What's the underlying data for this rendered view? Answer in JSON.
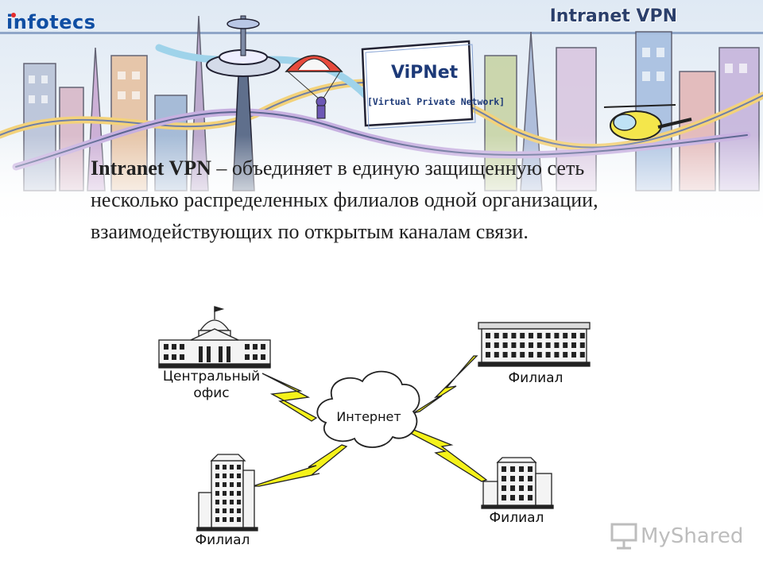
{
  "header": {
    "logo_text": "infotecs",
    "title": "Intranet VPN"
  },
  "banner": {
    "sign_line1": "ViPNet",
    "sign_line2": "[Virtual Private Network]"
  },
  "description": {
    "term": "Intranet VPN",
    "rest": " – объединяет в единую защищенную сеть несколько распределенных филиалов одной организации, взаимодействующих по открытым каналам связи."
  },
  "diagram": {
    "central_office_line1": "Центральный",
    "central_office_line2": "офис",
    "internet": "Интернет",
    "branch_top_right": "Филиал",
    "branch_bottom_right": "Филиал",
    "branch_bottom_left": "Филиал"
  },
  "watermark": {
    "text": "MyShared"
  },
  "colors": {
    "lightning": "#f5f21a",
    "logo": "#0f4ea3",
    "title": "#2b3f6b"
  }
}
